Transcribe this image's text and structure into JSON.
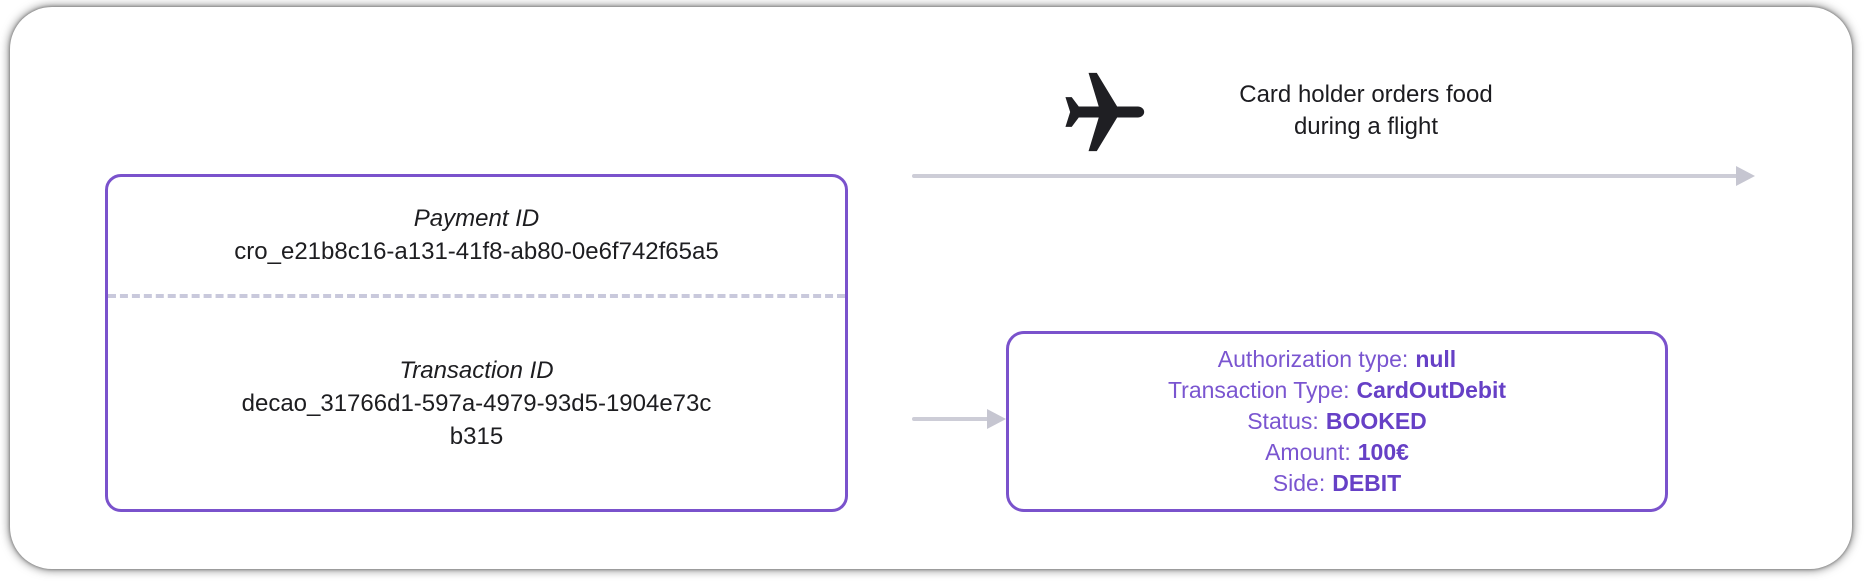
{
  "colors": {
    "box_border_purple": "#7A52CC",
    "detail_label_purple": "#7A55D0",
    "detail_value_purple": "#6640C6",
    "arrow_gray": "#CDCDD7",
    "divider_gray": "#C9C9DC",
    "text_dark": "#1D1D20",
    "plane_black": "#1F1F23"
  },
  "event": {
    "icon": "airplane-icon",
    "caption_line1": "Card holder orders food",
    "caption_line2": "during a flight"
  },
  "id_box": {
    "payment_id_label": "Payment ID",
    "payment_id_value": "cro_e21b8c16-a131-41f8-ab80-0e6f742f65a5",
    "transaction_id_label": "Transaction ID",
    "transaction_id_value_line1": "decao_31766d1-597a-4979-93d5-1904e73c",
    "transaction_id_value_line2": "b315"
  },
  "transaction_details": {
    "lines": [
      {
        "label": "Authorization type:",
        "value": "null"
      },
      {
        "label": "Transaction Type:",
        "value": "CardOutDebit"
      },
      {
        "label": "Status:",
        "value": "BOOKED"
      },
      {
        "label": "Amount:",
        "value": "100€"
      },
      {
        "label": "Side:",
        "value": "DEBIT"
      }
    ]
  }
}
